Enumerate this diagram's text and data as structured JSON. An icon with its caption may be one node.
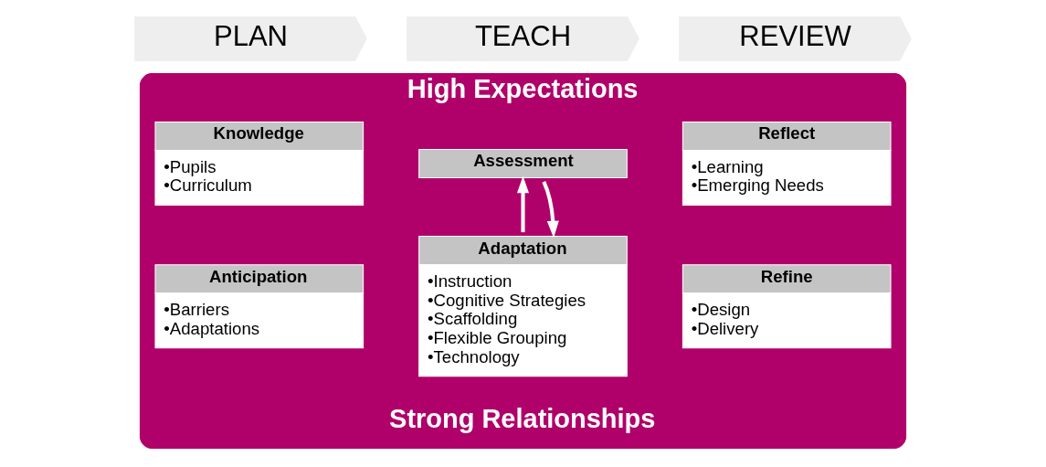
{
  "diagram": {
    "nodes": [
      {
        "text": [
          "High Expectations",
          "Strong Relationships"
        ]
      },
      {
        "text": [
          "PLAN"
        ]
      },
      {
        "text": [
          "TEACH"
        ]
      },
      {
        "text": [
          "REVIEW"
        ]
      },
      {
        "text": [
          "Knowledge",
          "•Pupils",
          "•Curriculum"
        ],
        "in": 0
      },
      {
        "text": [
          "Anticipation",
          "•Barriers",
          "•Adaptations"
        ],
        "in": 0
      },
      {
        "text": [
          "Assessment"
        ],
        "in": 0
      },
      {
        "text": [
          "Adaptation",
          "•Instruction",
          "•Cognitive Strategies",
          "•Scaffolding",
          "•Flexible Grouping",
          "•Technology"
        ],
        "in": 0
      },
      {
        "text": [
          "Reflect",
          "•Learning",
          "•Emerging Needs"
        ],
        "in": 0
      },
      {
        "text": [
          "Refine",
          "•Design",
          "•Delivery"
        ],
        "in": 0
      }
    ],
    "edges": [
      {
        "from": 7,
        "to": 6,
        "arrow": "to"
      },
      {
        "from": 6,
        "to": 7,
        "arrow": "to"
      }
    ]
  }
}
